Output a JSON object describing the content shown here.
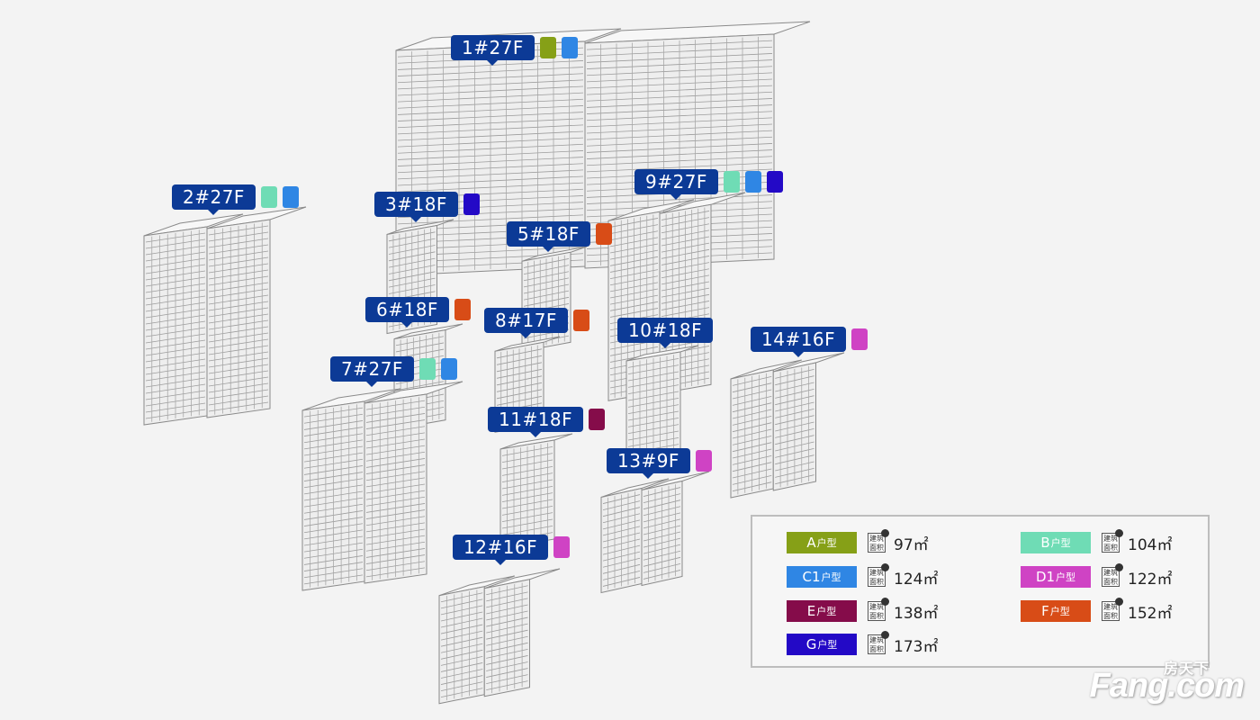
{
  "colors": {
    "label_bg": "#0c3a96",
    "A": "#86a017",
    "B": "#6fdcb5",
    "C": "#2f86e4",
    "D": "#cf43c4",
    "E": "#850c4a",
    "F": "#d84c17",
    "G": "#2309c6"
  },
  "buildings": [
    {
      "id": "b1",
      "label": "1#27F",
      "types": [
        "A",
        "C"
      ]
    },
    {
      "id": "b2",
      "label": "2#27F",
      "types": [
        "B",
        "C"
      ]
    },
    {
      "id": "b3",
      "label": "3#18F",
      "types": [
        "G"
      ]
    },
    {
      "id": "b5",
      "label": "5#18F",
      "types": [
        "F"
      ]
    },
    {
      "id": "b6",
      "label": "6#18F",
      "types": [
        "F"
      ]
    },
    {
      "id": "b7",
      "label": "7#27F",
      "types": [
        "B",
        "C"
      ]
    },
    {
      "id": "b8",
      "label": "8#17F",
      "types": [
        "F"
      ]
    },
    {
      "id": "b9",
      "label": "9#27F",
      "types": [
        "B",
        "C",
        "G"
      ]
    },
    {
      "id": "b10",
      "label": "10#18F",
      "types": []
    },
    {
      "id": "b11",
      "label": "11#18F",
      "types": [
        "E"
      ]
    },
    {
      "id": "b12",
      "label": "12#16F",
      "types": [
        "D"
      ]
    },
    {
      "id": "b13",
      "label": "13#9F",
      "types": [
        "D"
      ]
    },
    {
      "id": "b14",
      "label": "14#16F",
      "types": [
        "D"
      ]
    }
  ],
  "legend": {
    "area_label_top": "建筑",
    "area_label_bottom": "面积",
    "items": [
      {
        "code": "A",
        "letter": "A",
        "suffix": "户型",
        "area": "97㎡"
      },
      {
        "code": "B",
        "letter": "B",
        "suffix": "户型",
        "area": "104㎡"
      },
      {
        "code": "C",
        "letter": "C1",
        "suffix": "户型",
        "area": "124㎡"
      },
      {
        "code": "D",
        "letter": "D1",
        "suffix": "户型",
        "area": "122㎡"
      },
      {
        "code": "E",
        "letter": "E",
        "suffix": "户型",
        "area": "138㎡"
      },
      {
        "code": "F",
        "letter": "F",
        "suffix": "户型",
        "area": "152㎡"
      },
      {
        "code": "G",
        "letter": "G",
        "suffix": "户型",
        "area": "173㎡"
      }
    ]
  },
  "watermark": {
    "brand": "Fang.com",
    "cn": "房天下"
  }
}
